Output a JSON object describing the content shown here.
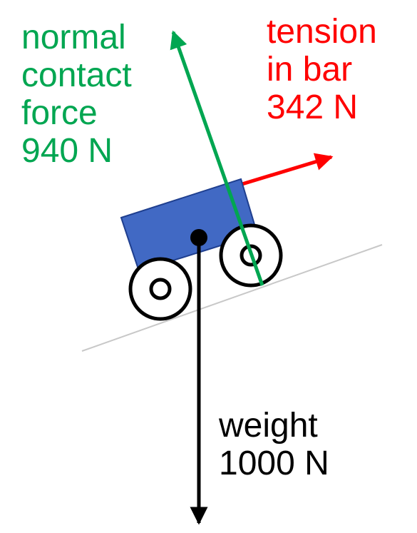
{
  "forces": {
    "normal": {
      "lines": [
        "normal",
        "contact",
        "force",
        "940 N"
      ],
      "color": "#00a651"
    },
    "tension": {
      "lines": [
        "tension",
        "in bar",
        "342 N"
      ],
      "color": "#ff0000"
    },
    "weight": {
      "lines": [
        "weight",
        "1000 N"
      ],
      "color": "#000000"
    }
  },
  "cart": {
    "body_color": "#4169c4",
    "outline_color": "#1f3f8f",
    "wheel_count": 2
  },
  "slope": {
    "color": "#c8c8c8"
  }
}
